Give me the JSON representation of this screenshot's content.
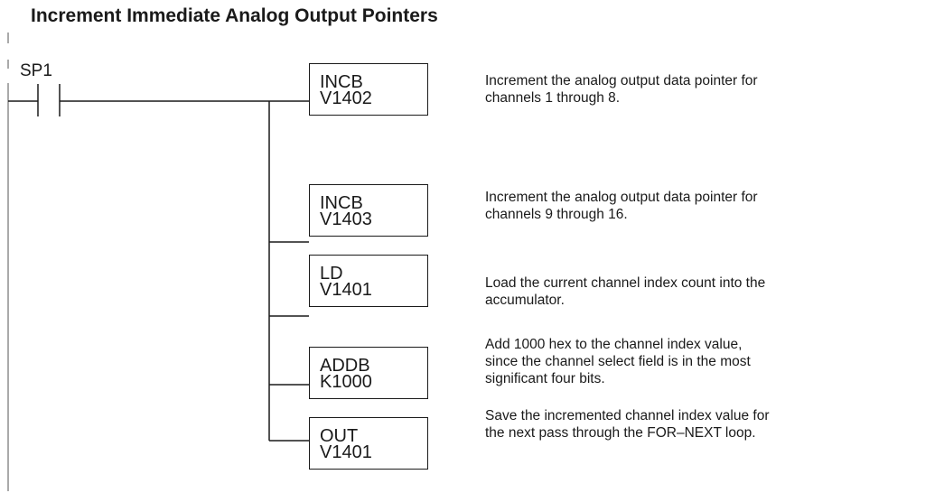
{
  "title": "Increment Immediate Analog Output Pointers",
  "contact": {
    "label": "SP1"
  },
  "rungs": [
    {
      "op": "INCB",
      "arg": "V1402",
      "description": "Increment the analog output data pointer for channels 1 through 8."
    },
    {
      "op": "INCB",
      "arg": "V1403",
      "description": "Increment the analog output data pointer for channels 9 through 16."
    },
    {
      "op": "LD",
      "arg": "V1401",
      "description": "Load the current channel index count into the accumulator."
    },
    {
      "op": "ADDB",
      "arg": "K1000",
      "description": "Add 1000 hex to the channel index value, since the channel select field is in the most significant four bits."
    },
    {
      "op": "OUT",
      "arg": "V1401",
      "description": "Save the incremented channel index value for the next pass through the FOR–NEXT loop."
    }
  ]
}
